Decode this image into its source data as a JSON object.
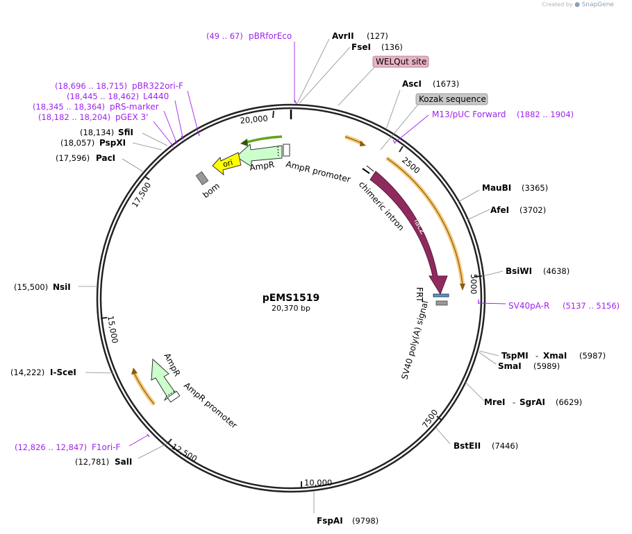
{
  "credit": {
    "prefix": "Created by",
    "brand": "SnapGene"
  },
  "plasmid": {
    "name": "pEMS1519",
    "size": "20,370 bp"
  },
  "ticks": [
    "20,000",
    "2500",
    "5000",
    "7500",
    "10,000",
    "12,500",
    "15,000",
    "17,500"
  ],
  "enzymes": [
    {
      "name": "AvrII",
      "pos": "(127)"
    },
    {
      "name": "FseI",
      "pos": "(136)"
    },
    {
      "name": "AscI",
      "pos": "(1673)"
    },
    {
      "name": "MauBI",
      "pos": "(3365)"
    },
    {
      "name": "AfeI",
      "pos": "(3702)"
    },
    {
      "name": "BsiWI",
      "pos": "(4638)"
    },
    {
      "name": "TspMI",
      "sep": "-",
      "name2": "XmaI",
      "pos": "(5987)"
    },
    {
      "name": "SmaI",
      "pos": "(5989)"
    },
    {
      "name": "MreI",
      "sep": "-",
      "name2": "SgrAI",
      "pos": "(6629)"
    },
    {
      "name": "BstEII",
      "pos": "(7446)"
    },
    {
      "name": "FspAI",
      "pos": "(9798)"
    },
    {
      "name": "SalI",
      "pos": "(12,781)"
    },
    {
      "name": "I-SceI",
      "pos": "(14,222)"
    },
    {
      "name": "NsiI",
      "pos": "(15,500)"
    },
    {
      "name": "PacI",
      "pos": "(17,596)"
    },
    {
      "name": "PspXI",
      "pos": "(18,057)"
    },
    {
      "name": "SfiI",
      "pos": "(18,134)"
    }
  ],
  "primers": [
    {
      "name": "pBRforEco",
      "pos": "(49 .. 67)"
    },
    {
      "name": "M13/pUC Forward",
      "pos": "(1882 .. 1904)"
    },
    {
      "name": "SV40pA-R",
      "pos": "(5137 .. 5156)"
    },
    {
      "name": "F1ori-F",
      "pos": "(12,826 .. 12,847)"
    },
    {
      "name": "pBR322ori-F",
      "pos": "(18,696 .. 18,715)"
    },
    {
      "name": "L4440",
      "pos": "(18,445 .. 18,462)"
    },
    {
      "name": "pRS-marker",
      "pos": "(18,345 .. 18,364)"
    },
    {
      "name": "pGEX 3'",
      "pos": "(18,182 .. 18,204)"
    }
  ],
  "boxed": [
    {
      "name": "WELQut site",
      "color": "#e8b4c4"
    },
    {
      "name": "Kozak sequence",
      "color": "#c8c8c8"
    }
  ],
  "features": {
    "ampr_top": "AmpR",
    "ampr_promoter_top": "AmpR promoter",
    "ori": "ori",
    "bom": "bom",
    "chimeric_intron": "chimeric intron",
    "lacz": "lacZ",
    "frt": "FRT",
    "sv40": "SV40 poly(A) signal",
    "ampr_bottom": "AmpR",
    "ampr_promoter_bottom": "AmpR promoter"
  },
  "colors": {
    "primer": "#a020f0",
    "lacz": "#8e2b5c",
    "ampr": "#ccffcc",
    "ori": "#ffff00",
    "orf": "#f5c97a",
    "green_arrow": "#66a31c",
    "gray_feature": "#999999"
  }
}
